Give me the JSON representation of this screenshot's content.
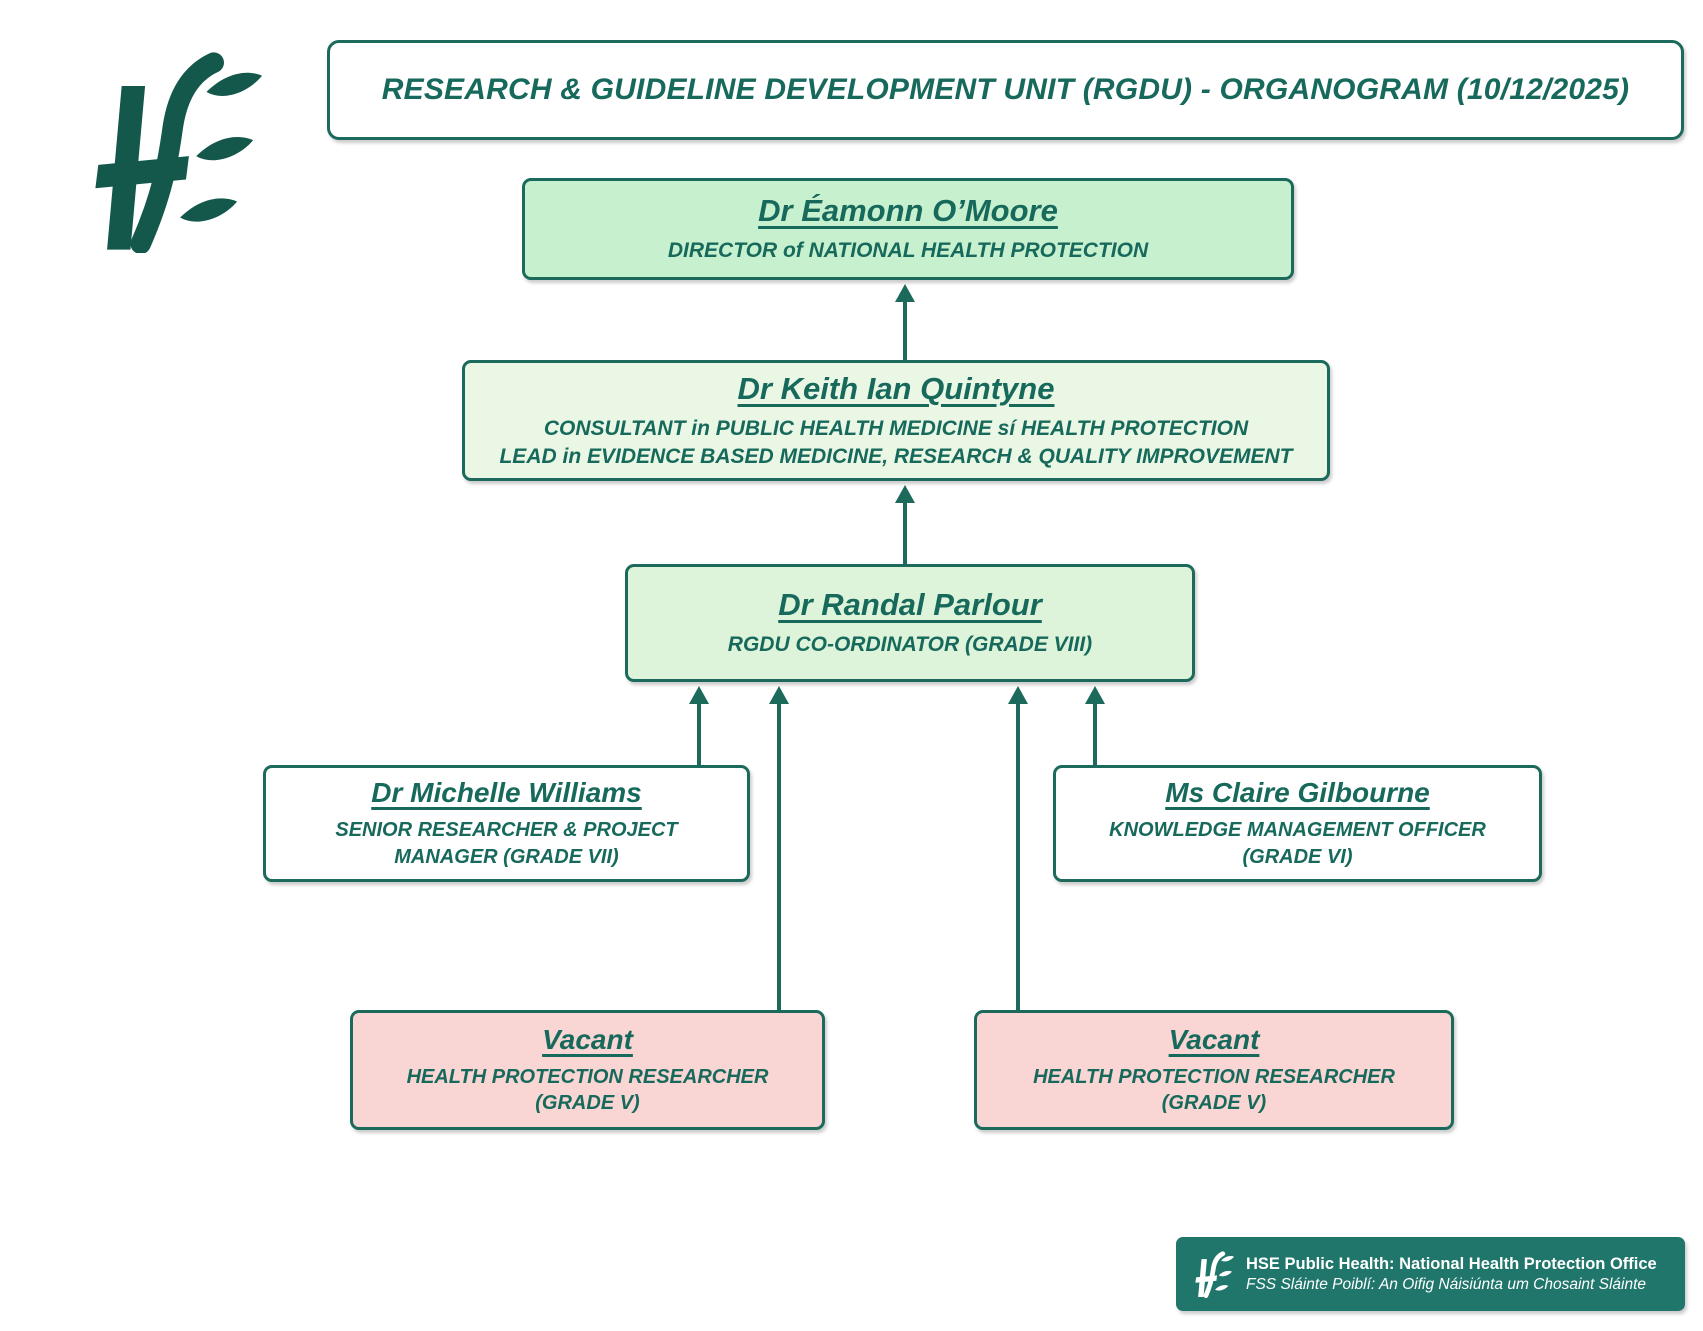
{
  "title": "RESEARCH & GUIDELINE DEVELOPMENT UNIT (RGDU)  - ORGANOGRAM (10/12/2025)",
  "colors": {
    "teal": "#1b6a5c",
    "text": "#17695c",
    "fill-director": "#c7f0cf",
    "fill-consultant": "#e9f7e4",
    "fill-coordinator": "#def4da",
    "fill-vacant": "#f9d5d3",
    "footer-bg": "#20766a"
  },
  "icons": {
    "hse_logo": "hse-logo-icon"
  },
  "org": {
    "director": {
      "name": "Dr Éamonn O’Moore",
      "role": "DIRECTOR of NATIONAL HEALTH PROTECTION"
    },
    "consultant": {
      "name": "Dr Keith Ian Quintyne",
      "role1": "CONSULTANT in PUBLIC HEALTH MEDICINE sí HEALTH PROTECTION",
      "role2": "LEAD in EVIDENCE BASED MEDICINE, RESEARCH & QUALITY IMPROVEMENT"
    },
    "coordinator": {
      "name": "Dr Randal Parlour",
      "role": "RGDU CO-ORDINATOR (GRADE VIII)"
    },
    "senior_researcher": {
      "name": "Dr Michelle Williams",
      "role1": "SENIOR RESEARCHER & PROJECT",
      "role2": "MANAGER (GRADE VII)"
    },
    "knowledge_officer": {
      "name": "Ms Claire Gilbourne",
      "role1": "KNOWLEDGE MANAGEMENT OFFICER",
      "role2": "(GRADE VI)"
    },
    "vacant_left": {
      "name": "Vacant",
      "role1": "HEALTH PROTECTION RESEARCHER",
      "role2": "(GRADE V)"
    },
    "vacant_right": {
      "name": "Vacant",
      "role1": "HEALTH PROTECTION RESEARCHER",
      "role2": "(GRADE V)"
    }
  },
  "footer": {
    "line1": "HSE Public Health: National Health Protection Office",
    "line2": "FSS Sláinte Poiblí: An Oifig Náisiúnta um Chosaint Sláinte"
  }
}
